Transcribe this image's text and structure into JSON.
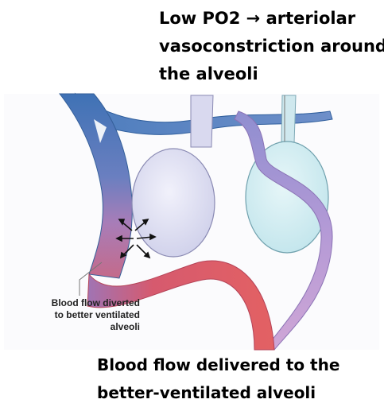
{
  "top_caption": {
    "line1": "Low PO2 → arteriolar",
    "line2": "vasoconstriction around",
    "line3": "the alveoli"
  },
  "side_label": {
    "line1": "Blood flow diverted",
    "line2": "to better ventilated",
    "line3": "alveoli"
  },
  "bottom_caption": {
    "line1": "Blood flow delivered to the",
    "line2": "better-ventilated alveoli"
  },
  "colors": {
    "artery_blue": "#4a7ab8",
    "vessel_red": "#d9484f",
    "vessel_purple": "#a88cc8",
    "hypoxic_alveolus": "#dcdcf0",
    "ventilated_alveolus": "#d4eef2"
  }
}
